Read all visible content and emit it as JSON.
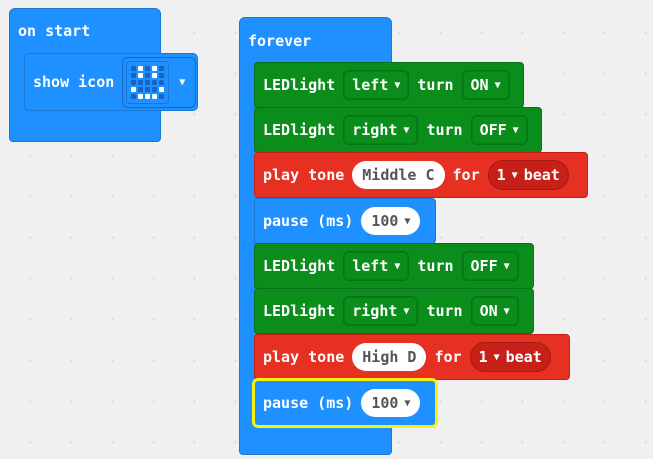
{
  "on_start": {
    "label": "on start",
    "show_icon_label": "show icon",
    "icon_name": "smiley-icon",
    "icon_pattern": [
      [
        0,
        1,
        0,
        1,
        0
      ],
      [
        0,
        1,
        0,
        1,
        0
      ],
      [
        0,
        0,
        0,
        0,
        0
      ],
      [
        1,
        0,
        0,
        0,
        1
      ],
      [
        0,
        1,
        1,
        1,
        0
      ]
    ]
  },
  "forever": {
    "label": "forever",
    "blocks": [
      {
        "kind": "ledlight",
        "label": "LEDlight",
        "side": "left",
        "turn_label": "turn",
        "state": "ON"
      },
      {
        "kind": "ledlight",
        "label": "LEDlight",
        "side": "right",
        "turn_label": "turn",
        "state": "OFF"
      },
      {
        "kind": "tone",
        "label": "play tone",
        "note": "Middle C",
        "for_label": "for",
        "beats": "1",
        "beat_label": "beat"
      },
      {
        "kind": "pause",
        "label": "pause (ms)",
        "value": "100"
      },
      {
        "kind": "ledlight",
        "label": "LEDlight",
        "side": "left",
        "turn_label": "turn",
        "state": "OFF"
      },
      {
        "kind": "ledlight",
        "label": "LEDlight",
        "side": "right",
        "turn_label": "turn",
        "state": "ON"
      },
      {
        "kind": "tone",
        "label": "play tone",
        "note": "High D",
        "for_label": "for",
        "beats": "1",
        "beat_label": "beat"
      },
      {
        "kind": "pause",
        "label": "pause (ms)",
        "value": "100",
        "selected": true
      }
    ]
  },
  "colors": {
    "basic_blue": "#1e90ff",
    "led_green": "#0b8d1c",
    "music_red": "#e63022",
    "selection_yellow": "#f7f10f"
  }
}
